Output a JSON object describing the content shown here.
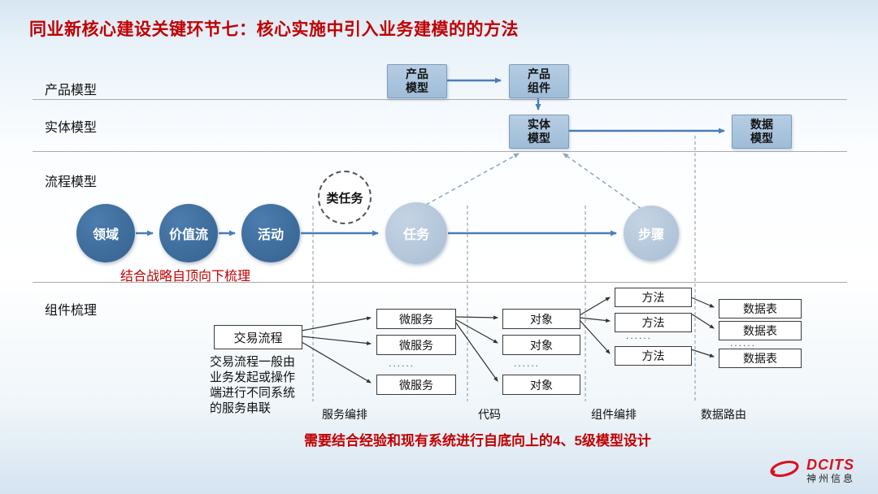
{
  "title": "同业新核心建设关键环节七：核心实施中引入业务建模的的方法",
  "lanes": {
    "product": "产品模型",
    "entity": "实体模型",
    "process": "流程模型",
    "component": "组件梳理"
  },
  "product_lane": {
    "product_model": "产品\n模型",
    "product_component": "产品\n组件"
  },
  "entity_lane": {
    "entity_model": "实体\n模型",
    "data_model": "数据\n模型"
  },
  "process_lane": {
    "domain": "领域",
    "value_stream": "价值流",
    "activity": "活动",
    "class_task": "类任务",
    "task": "任务",
    "step": "步骤",
    "note": "结合战略自顶向下梳理"
  },
  "component_lane": {
    "transaction_flow": "交易流程",
    "transaction_note": "交易流程一般由\n业务发起或操作\n端进行不同系统\n的服务串联",
    "microservice": "微服务",
    "object": "对象",
    "method": "方法",
    "data_table": "数据表",
    "dots": "......",
    "labels": [
      "服务编排",
      "代码",
      "组件编排",
      "数据路由"
    ]
  },
  "bottom_note": "需要结合经验和现有系统进行自底向上的4、5级模型设计",
  "logo": {
    "brand": "DCITS",
    "company": "神州信息"
  },
  "colors": {
    "title_red": "#c00000",
    "dark_circle": "#35618f",
    "light_circle": "#a9bdd4",
    "light_box": "#9fbcd8",
    "arrow_blue": "#4a7ebb",
    "note_red": "#c00000",
    "logo_red": "#d8121c"
  }
}
